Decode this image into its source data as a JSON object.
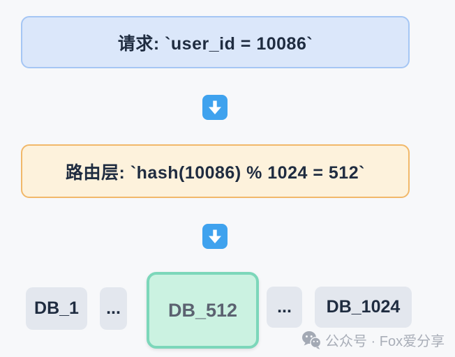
{
  "flow": {
    "request_box": {
      "label": "请求: `user_id = 10086`",
      "bg": "#dbe7fa",
      "border": "#a5c6f4"
    },
    "routing_box": {
      "label": "路由层: `hash(10086) % 1024 = 512`",
      "bg": "#fdf2dc",
      "border": "#f1b869"
    },
    "arrow_icon": {
      "name": "down-arrow",
      "bg": "#3fa2ee",
      "glyph_color": "#ffffff"
    }
  },
  "databases": {
    "items": [
      {
        "label": "DB_1",
        "highlighted": false
      },
      {
        "label": "...",
        "highlighted": false
      },
      {
        "label": "DB_512",
        "highlighted": true
      },
      {
        "label": "...",
        "highlighted": false
      },
      {
        "label": "DB_1024",
        "highlighted": false
      }
    ],
    "normal_bg": "#e3e7ee",
    "highlight_bg": "#cbf2e1",
    "highlight_border": "#7cd7ba",
    "text_color": "#1f2c40",
    "highlight_text_color": "#5b6270"
  },
  "watermark": {
    "icon": "wechat-icon",
    "text": "公众号 · Fox爱分享",
    "color": "#a9aeb8"
  },
  "canvas": {
    "bg": "#f7f8fa"
  }
}
